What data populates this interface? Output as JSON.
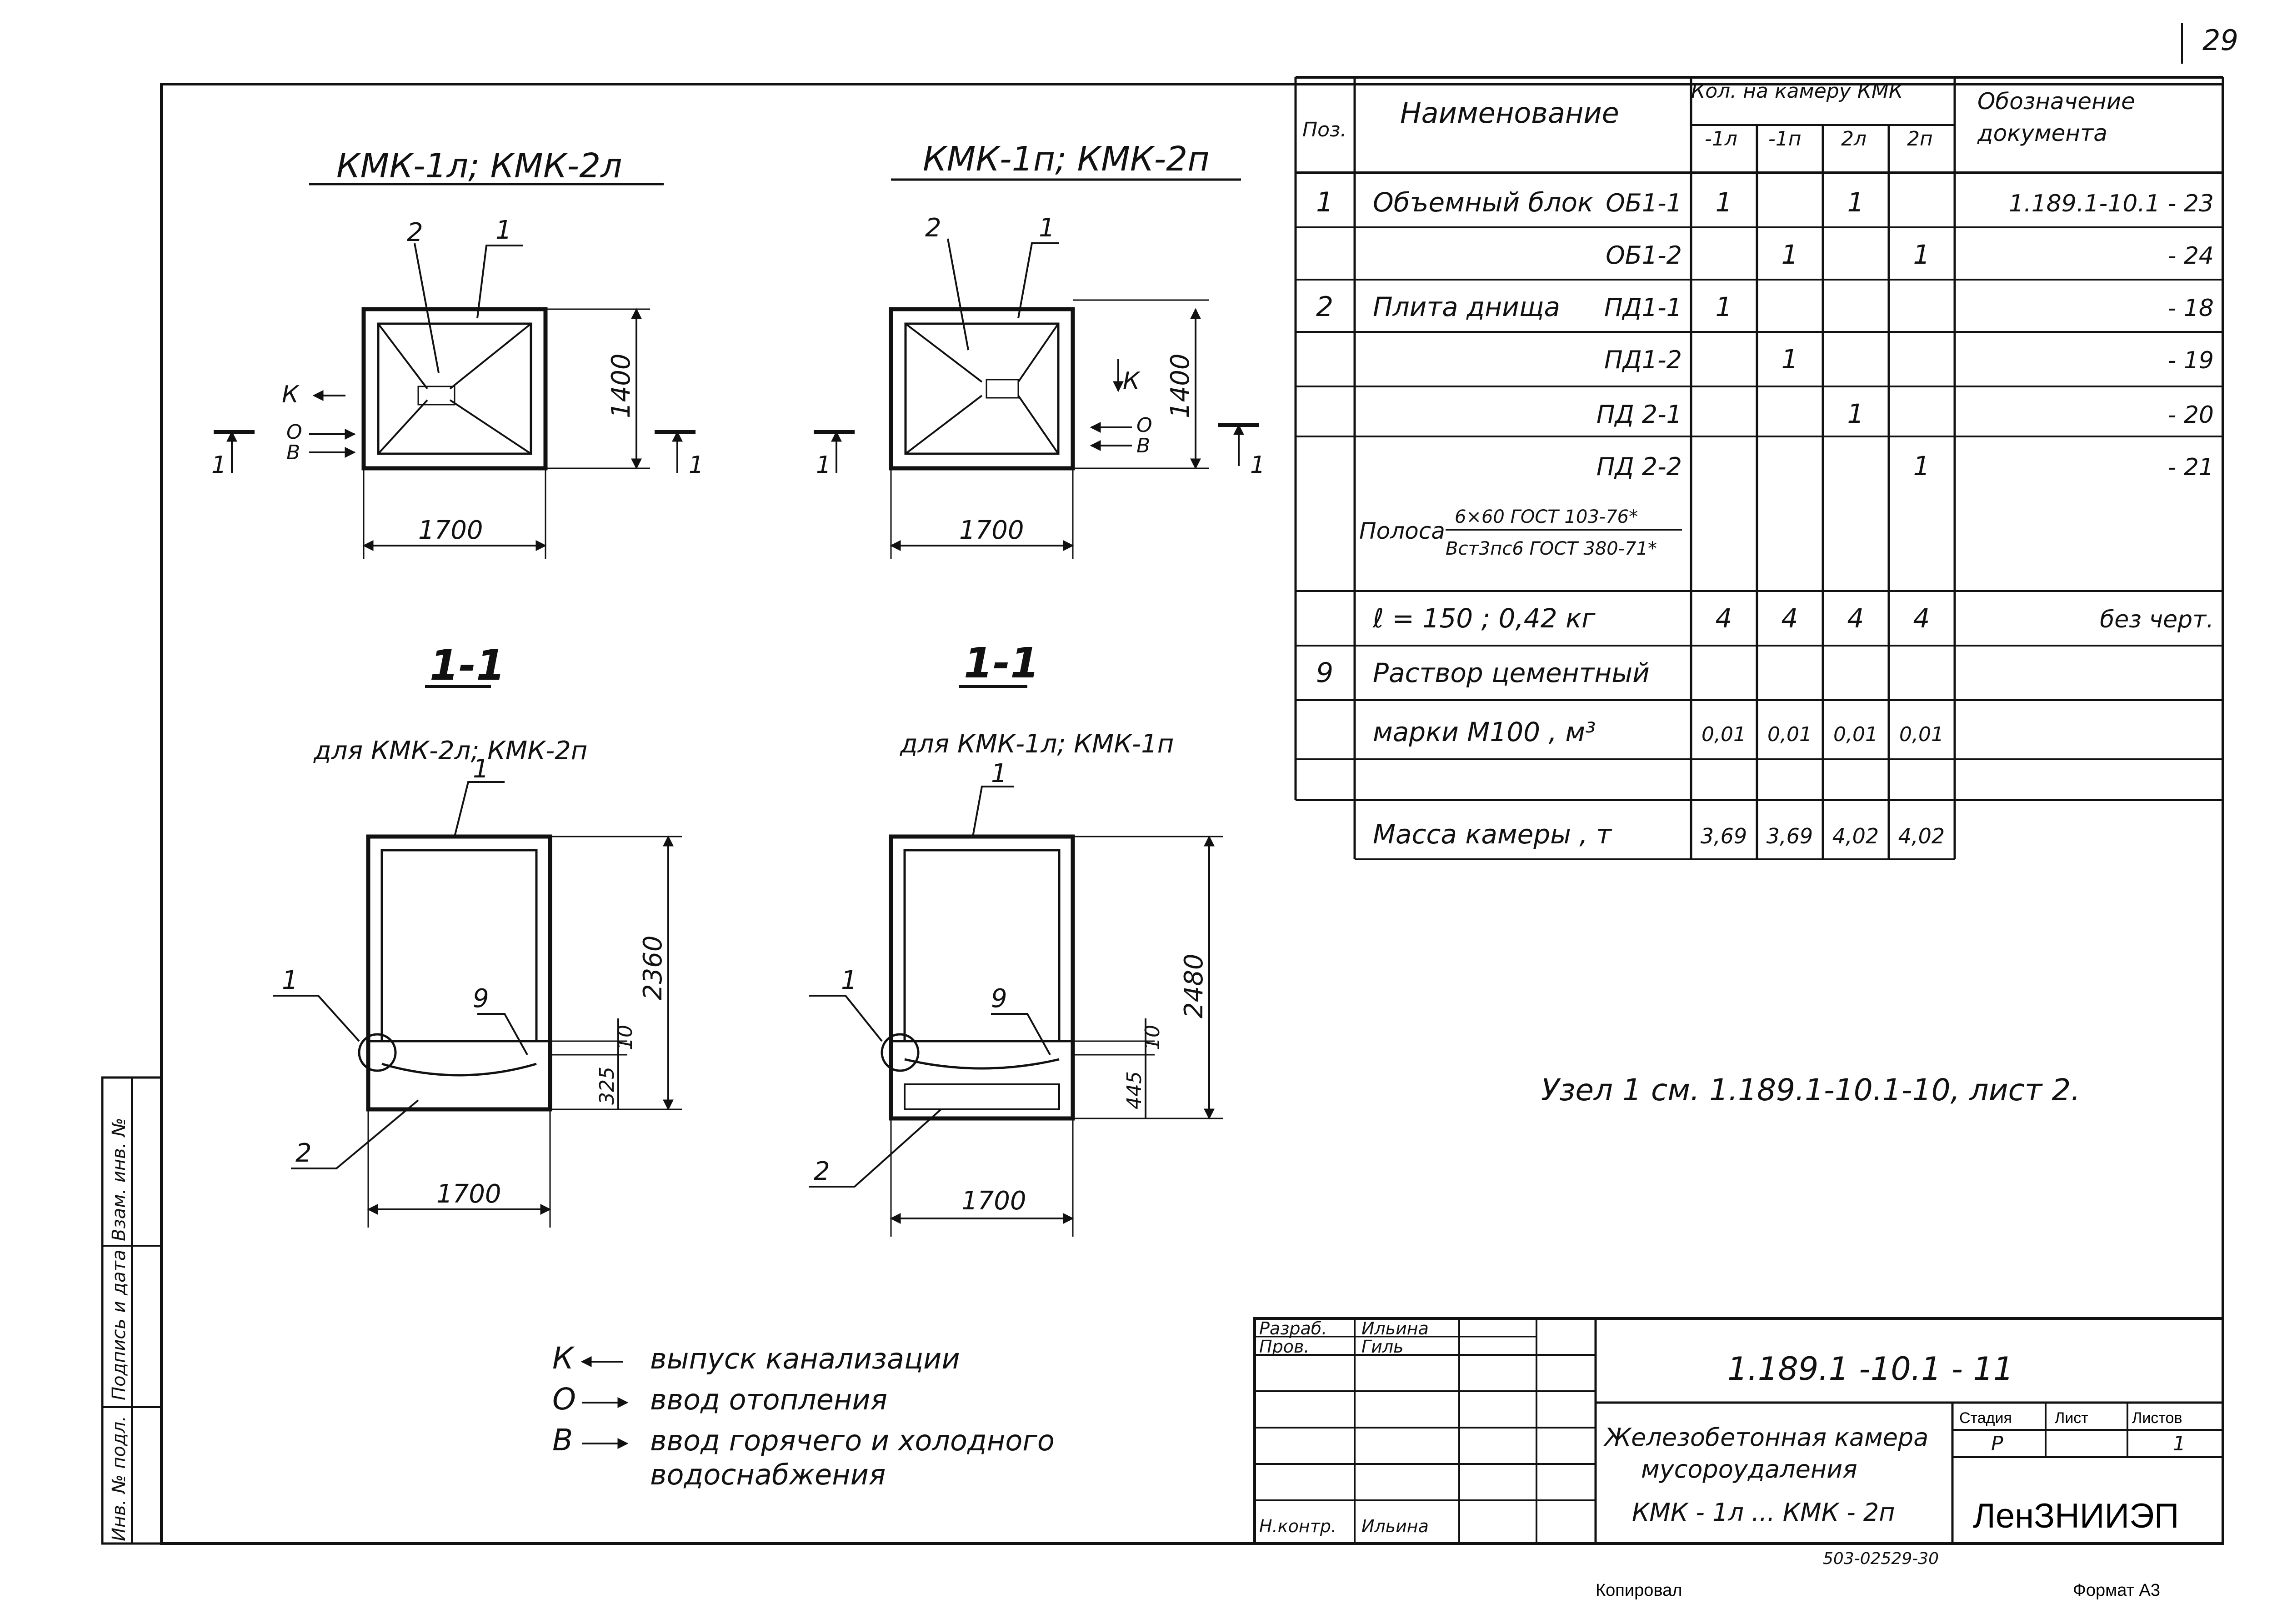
{
  "sheet_number": "29",
  "views": {
    "plan_left_title": "КМК-1л; КМК-2л",
    "plan_right_title": "КМК-1п; КМК-2п",
    "section_left_title": "1-1",
    "section_left_subtitle": "для КМК-2л; КМК-2п",
    "section_right_title": "1-1",
    "section_right_subtitle": "для КМК-1л; КМК-1п",
    "leader_1": "1",
    "leader_2": "2",
    "leader_9": "9",
    "cut_label": "1",
    "dim_width": "1700",
    "dim_plan_height": "1400",
    "dim_section_left_height": "2360",
    "dim_section_right_height": "2480",
    "dim_10": "10",
    "dim_325": "325",
    "dim_445": "445",
    "marker_k": "К",
    "marker_o": "О",
    "marker_v": "В"
  },
  "spec_table": {
    "headers": {
      "pos": "Поз.",
      "name": "Наименование",
      "qty_group": "Кол. на камеру КМК",
      "qty_cols": [
        "-1л",
        "-1п",
        "2л",
        "2п"
      ],
      "doc": "Обозначение документа"
    },
    "rows": [
      {
        "pos": "1",
        "name": "Объемный блок",
        "mark": "ОБ1-1",
        "q": [
          "1",
          "",
          "1",
          ""
        ],
        "doc": "1.189.1-10.1 - 23"
      },
      {
        "pos": "",
        "name": "",
        "mark": "ОБ1-2",
        "q": [
          "",
          "1",
          "",
          "1"
        ],
        "doc": "- 24"
      },
      {
        "pos": "2",
        "name": "Плита днища",
        "mark": "ПД1-1",
        "q": [
          "1",
          "",
          "",
          ""
        ],
        "doc": "- 18"
      },
      {
        "pos": "",
        "name": "",
        "mark": "ПД1-2",
        "q": [
          "",
          "1",
          "",
          ""
        ],
        "doc": "- 19"
      },
      {
        "pos": "",
        "name": "",
        "mark": "ПД 2-1",
        "q": [
          "",
          "",
          "1",
          ""
        ],
        "doc": "- 20"
      },
      {
        "pos": "",
        "name": "",
        "mark": "ПД 2-2",
        "q": [
          "",
          "",
          "",
          "1"
        ],
        "doc": "- 21"
      },
      {
        "pos": "",
        "name": "Полоса",
        "mark": "",
        "fraction_top": "6×60 ГОСТ 103-76*",
        "fraction_bottom": "Вст3пс6 ГОСТ 380-71*",
        "q": [
          "",
          "",
          "",
          ""
        ],
        "doc": ""
      },
      {
        "pos": "",
        "name": "ℓ = 150 ; 0,42 кг",
        "mark": "",
        "q": [
          "4",
          "4",
          "4",
          "4"
        ],
        "doc": "без черт."
      },
      {
        "pos": "9",
        "name": "Раствор цементный",
        "mark": "",
        "q": [
          "",
          "",
          "",
          ""
        ],
        "doc": ""
      },
      {
        "pos": "",
        "name": "марки М100 , м³",
        "mark": "",
        "q": [
          "0,01",
          "0,01",
          "0,01",
          "0,01"
        ],
        "doc": ""
      },
      {
        "pos": "",
        "name": "",
        "mark": "",
        "q": [
          "",
          "",
          "",
          ""
        ],
        "doc": ""
      }
    ],
    "mass": {
      "name": "Масса камеры , т",
      "q": [
        "3,69",
        "3,69",
        "4,02",
        "4,02"
      ]
    }
  },
  "node_note": "Узел 1   см. 1.189.1-10.1-10, лист 2.",
  "legend": [
    {
      "symbol": "К",
      "text": "выпуск канализации"
    },
    {
      "symbol": "О",
      "text": "ввод отопления"
    },
    {
      "symbol": "В",
      "text": "ввод горячего и холодного"
    },
    {
      "symbol": "",
      "text": "водоснабжения"
    }
  ],
  "left_strip": [
    "Инв. № подл.",
    "Подпись и дата",
    "Взам. инв. №"
  ],
  "title_block": {
    "designation": "1.189.1 -10.1 - 11",
    "roles": [
      {
        "role": "Разраб.",
        "name": "Ильина"
      },
      {
        "role": "Пров.",
        "name": "Гиль"
      },
      {
        "role": "",
        "name": ""
      },
      {
        "role": "",
        "name": ""
      },
      {
        "role": "",
        "name": ""
      },
      {
        "role": "Н.контр.",
        "name": "Ильина"
      }
    ],
    "title_line1": "Железобетонная камера",
    "title_line2": "мусороудаления",
    "title_line3": "КМК - 1л ... КМК - 2п",
    "stage_label": "Стадия",
    "sheet_label": "Лист",
    "sheets_label": "Листов",
    "stage": "Р",
    "sheets": "1",
    "org": "ЛенЗНИИЭП"
  },
  "footer": {
    "copied": "Копировал",
    "format": "Формат А3",
    "order": "503-02529-30"
  }
}
